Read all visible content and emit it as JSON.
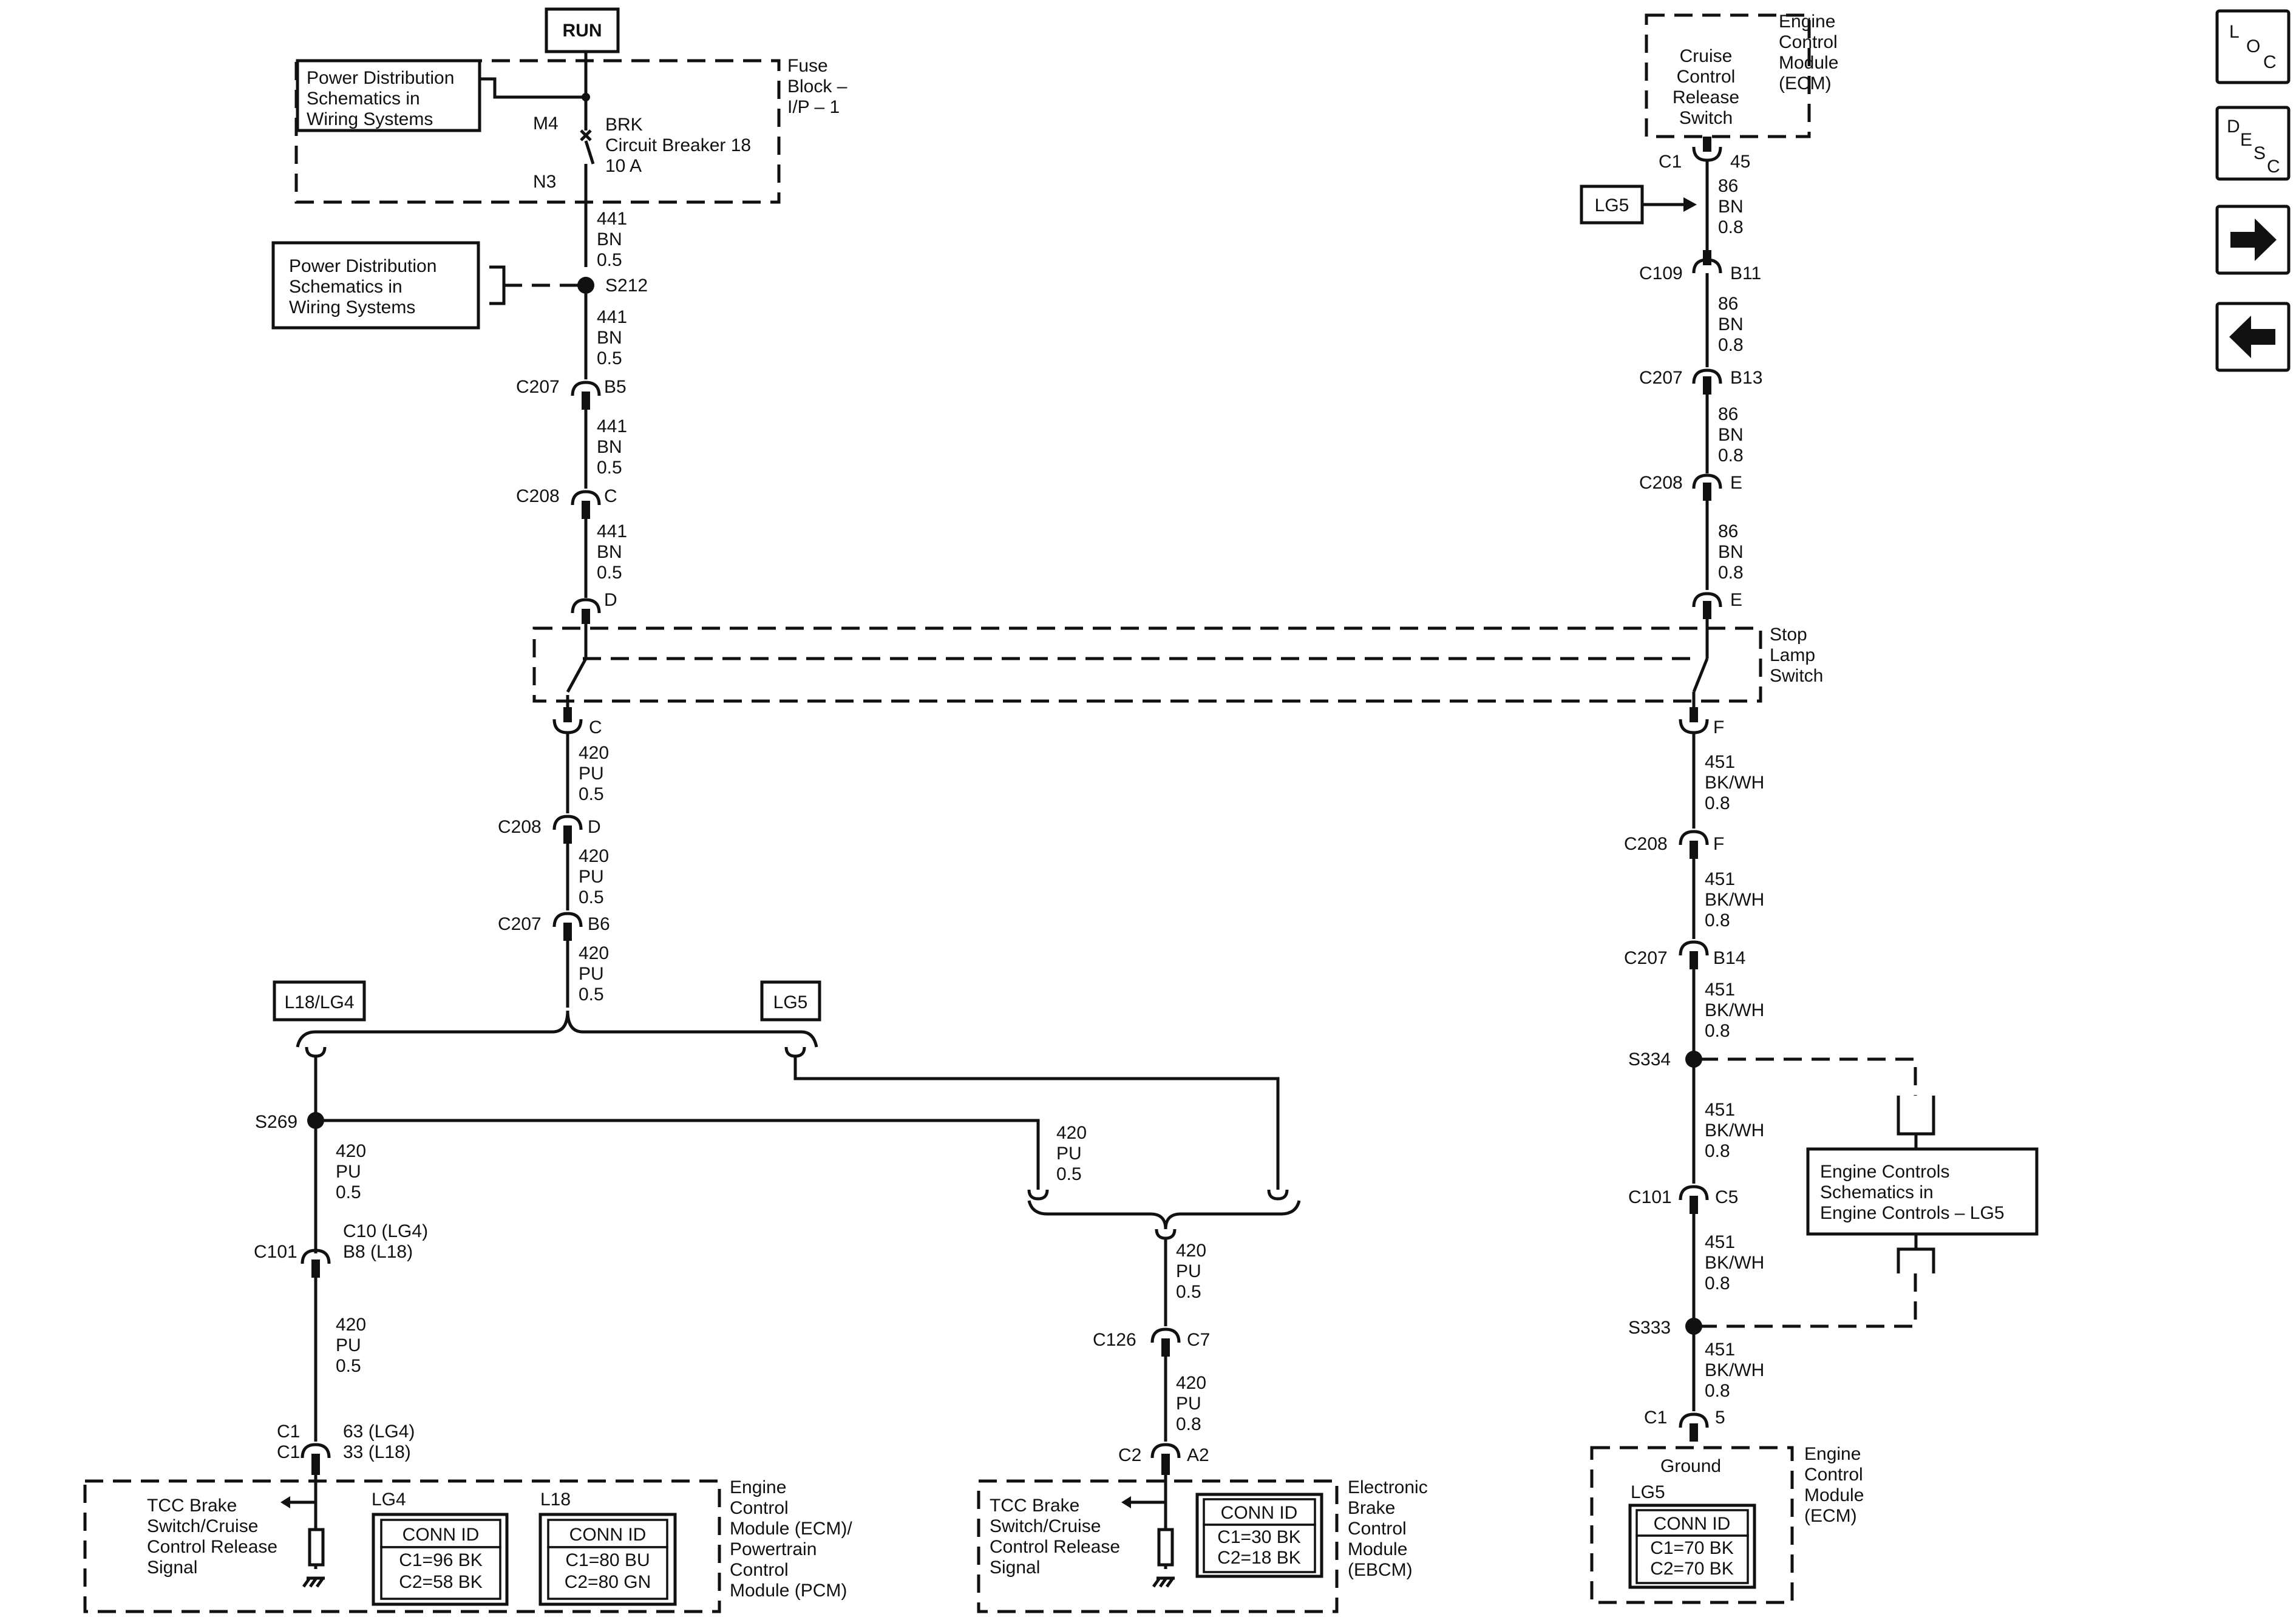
{
  "boxes": {
    "run": "RUN",
    "pd1": [
      "Power Distribution",
      "Schematics in",
      "Wiring Systems"
    ],
    "pd2": [
      "Power Distribution",
      "Schematics in",
      "Wiring Systems"
    ],
    "lg5_top": "LG5",
    "l18lg4": "L18/LG4",
    "lg5_mid": "LG5",
    "eng_controls": [
      "Engine Controls",
      "Schematics in",
      "Engine Controls – LG5"
    ]
  },
  "components": {
    "fuse_block": [
      "Fuse",
      "Block –",
      "I/P – 1"
    ],
    "breaker": [
      "BRK",
      "Circuit Breaker 18",
      "10 A"
    ],
    "m4": "M4",
    "n3": "N3",
    "cruise_switch": [
      "Cruise",
      "Control",
      "Release",
      "Switch"
    ],
    "ecm_top": [
      "Engine",
      "Control",
      "Module",
      "(ECM)"
    ],
    "stop_lamp": [
      "Stop",
      "Lamp",
      "Switch"
    ],
    "ecm_pcm": [
      "Engine",
      "Control",
      "Module (ECM)/",
      "Powertrain",
      "Control",
      "Module (PCM)"
    ],
    "tcc_left": [
      "TCC Brake",
      "Switch/Cruise",
      "Control Release",
      "Signal"
    ],
    "tcc_mid": [
      "TCC Brake",
      "Switch/Cruise",
      "Control Release",
      "Signal"
    ],
    "ebcm": [
      "Electronic",
      "Brake",
      "Control",
      "Module",
      "(EBCM)"
    ],
    "ground": "Ground",
    "ecm_bottom": [
      "Engine",
      "Control",
      "Module",
      "(ECM)"
    ]
  },
  "conn_ids": {
    "lg4_title": "LG4",
    "lg4": [
      "CONN ID",
      "C1=96 BK",
      "C2=58 BK"
    ],
    "l18_title": "L18",
    "l18": [
      "CONN ID",
      "C1=80 BU",
      "C2=80 GN"
    ],
    "ebcm": [
      "CONN ID",
      "C1=30 BK",
      "C2=18 BK"
    ],
    "ecm_title": "LG5",
    "ecm": [
      "CONN ID",
      "C1=70 BK",
      "C2=70 BK"
    ]
  },
  "wires_left": [
    [
      "441",
      "BN",
      "0.5"
    ],
    [
      "441",
      "BN",
      "0.5"
    ],
    [
      "441",
      "BN",
      "0.5"
    ],
    [
      "441",
      "BN",
      "0.5"
    ],
    [
      "420",
      "PU",
      "0.5"
    ],
    [
      "420",
      "PU",
      "0.5"
    ],
    [
      "420",
      "PU",
      "0.5"
    ],
    [
      "420",
      "PU",
      "0.5"
    ],
    [
      "420",
      "PU",
      "0.5"
    ]
  ],
  "wires_mid": [
    [
      "420",
      "PU",
      "0.5"
    ],
    [
      "420",
      "PU",
      "0.5"
    ],
    [
      "420",
      "PU",
      "0.8"
    ]
  ],
  "wires_right": [
    [
      "86",
      "BN",
      "0.8"
    ],
    [
      "86",
      "BN",
      "0.8"
    ],
    [
      "86",
      "BN",
      "0.8"
    ],
    [
      "86",
      "BN",
      "0.8"
    ],
    [
      "451",
      "BK/WH",
      "0.8"
    ],
    [
      "451",
      "BK/WH",
      "0.8"
    ],
    [
      "451",
      "BK/WH",
      "0.8"
    ],
    [
      "451",
      "BK/WH",
      "0.8"
    ],
    [
      "451",
      "BK/WH",
      "0.8"
    ],
    [
      "451",
      "BK/WH",
      "0.8"
    ]
  ],
  "connectors_left": [
    {
      "name": "S212",
      "pin": ""
    },
    {
      "name": "C207",
      "pin": "B5"
    },
    {
      "name": "C208",
      "pin": "C"
    },
    {
      "name": "",
      "pin": "D"
    },
    {
      "name": "",
      "pin": "C"
    },
    {
      "name": "C208",
      "pin": "D"
    },
    {
      "name": "C207",
      "pin": "B6"
    },
    {
      "name": "S269",
      "pin": ""
    },
    {
      "name": "C101",
      "pin": "C10 (LG4)",
      "pin2": "B8 (L18)"
    },
    {
      "name": "C1",
      "name2": "C1",
      "pin": "63 (LG4)",
      "pin2": "33 (L18)"
    }
  ],
  "connectors_mid": [
    {
      "name": "C126",
      "pin": "C7"
    },
    {
      "name": "C2",
      "pin": "A2"
    }
  ],
  "connectors_right": [
    {
      "name": "C1",
      "pin": "45"
    },
    {
      "name": "C109",
      "pin": "B11"
    },
    {
      "name": "C207",
      "pin": "B13"
    },
    {
      "name": "C208",
      "pin": "E"
    },
    {
      "name": "",
      "pin": "E"
    },
    {
      "name": "",
      "pin": "F"
    },
    {
      "name": "C208",
      "pin": "F"
    },
    {
      "name": "C207",
      "pin": "B14"
    },
    {
      "name": "S334",
      "pin": ""
    },
    {
      "name": "C101",
      "pin": "C5"
    },
    {
      "name": "S333",
      "pin": ""
    },
    {
      "name": "C1",
      "pin": "5"
    }
  ],
  "nav": {
    "loc": [
      "L",
      "O",
      "C"
    ],
    "desc": [
      "D",
      "E",
      "S",
      "C"
    ],
    "next_icon": "arrow-right",
    "prev_icon": "arrow-left"
  }
}
